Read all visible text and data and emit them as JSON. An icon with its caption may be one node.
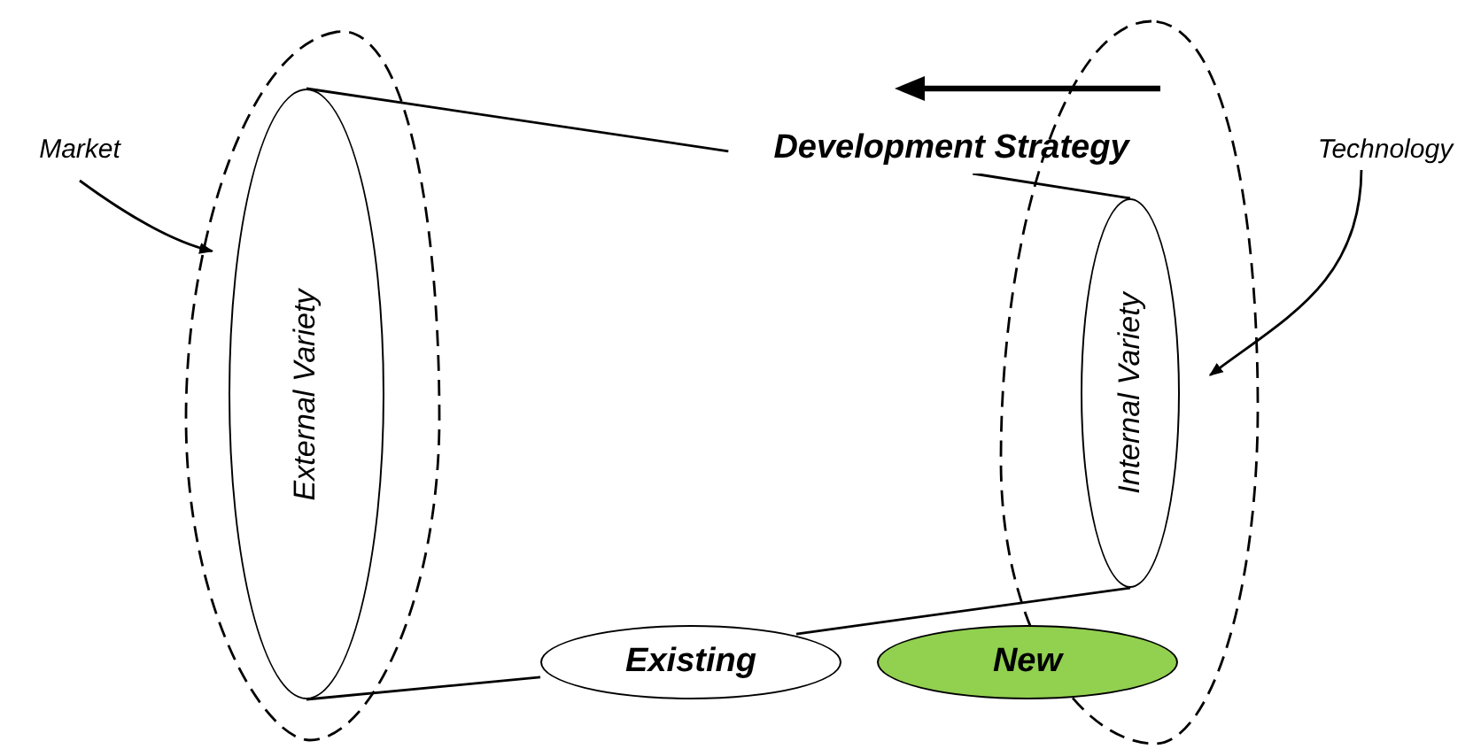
{
  "diagram": {
    "nodes": [
      {
        "text": [
          "Market"
        ]
      },
      {
        "text": [],
        "shape": "ellipse"
      },
      {
        "text": [
          "External Variety"
        ],
        "in": 1
      },
      {
        "text": [
          "Development Strategy"
        ]
      },
      {
        "text": [
          "Technology"
        ]
      },
      {
        "text": [],
        "shape": "ellipse"
      },
      {
        "text": [
          "Internal Variety"
        ],
        "in": 5
      },
      {
        "text": [
          "Existing"
        ]
      },
      {
        "text": [
          "New"
        ]
      }
    ],
    "edges": [
      {
        "from": 0,
        "to": 1,
        "arrow": "to"
      },
      {
        "from": 4,
        "to": 5,
        "arrow": "to"
      },
      {
        "from": 2,
        "to": 3,
        "arrow": "none"
      },
      {
        "from": 3,
        "to": 6,
        "arrow": "none"
      },
      {
        "from": 2,
        "to": 7,
        "arrow": "none"
      },
      {
        "from": 7,
        "to": 6,
        "arrow": "none"
      }
    ]
  }
}
